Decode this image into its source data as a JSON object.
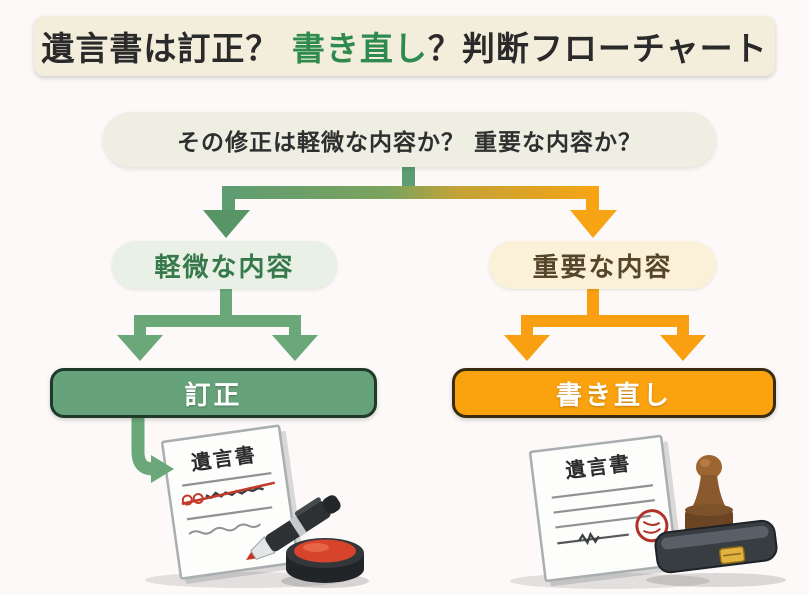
{
  "title": {
    "part1": "遺言書は訂正？ ",
    "part2": "書き直し",
    "part3": "？判断フローチャート"
  },
  "question": {
    "text": "その修正は軽微な内容か？ 重要な内容か？"
  },
  "branch_left": {
    "label": "軽微な内容",
    "result": "訂正"
  },
  "branch_right": {
    "label": "重要な内容",
    "result": "書き直し"
  },
  "illustrations": {
    "left": {
      "name": "will-document-with-pen-and-red-ink-pad",
      "doc_title": "遺言書"
    },
    "right": {
      "name": "will-document-with-hanko-stamp-and-case",
      "doc_title": "遺言書"
    }
  },
  "colors": {
    "page_bg": "#fcf9f8",
    "banner_bg": "#f3eedb",
    "question_bg": "#efeee3",
    "title_dark": "#2a2a2a",
    "title_green": "#2e8a4e",
    "green": "#5e9c72",
    "green_box": "#67a37a",
    "green_box_border": "#203a2a",
    "green_text": "#37794b",
    "green_pill_bg": "#e9f0e5",
    "orange": "#f7a414",
    "orange_box": "#fba30f",
    "orange_box_border": "#3a2c10",
    "orange_pill_bg": "#fbf1d9",
    "brown_text": "#55452a",
    "red_accent": "#c23b2a"
  }
}
